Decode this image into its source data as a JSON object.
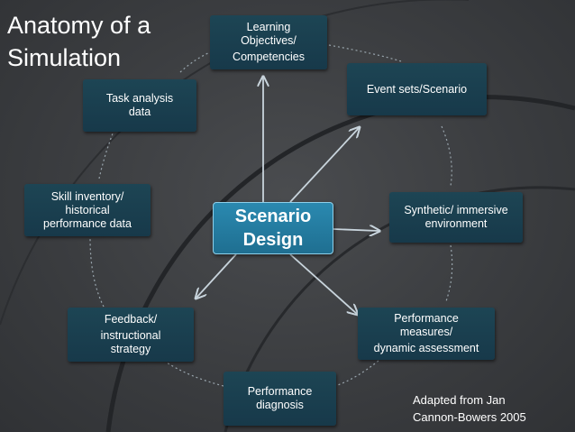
{
  "title": {
    "line1": "Anatomy of a",
    "line2": "Simulation"
  },
  "center": {
    "line1": "Scenario",
    "line2": "Design"
  },
  "nodes": {
    "learning": [
      "Learning",
      "Objectives/",
      "Competencies"
    ],
    "events": [
      "Event sets/Scenario"
    ],
    "synthetic": [
      "Synthetic/ immersive",
      "environment"
    ],
    "performance_measures": [
      "Performance",
      "measures/",
      "dynamic assessment"
    ],
    "performance_diagnosis": [
      "Performance",
      "diagnosis"
    ],
    "feedback": [
      "Feedback/",
      "instructional",
      "strategy"
    ],
    "skill_inventory": [
      "Skill inventory/",
      "historical",
      "performance data"
    ],
    "task_analysis": [
      "Task analysis",
      "data"
    ]
  },
  "credit": {
    "line1": "Adapted from Jan",
    "line2": "Cannon-Bowers 2005"
  },
  "colors": {
    "background": "#3b3d40",
    "node_fill": "#1d4554",
    "center_fill": "#2a89b0",
    "center_border": "#8fd0ea",
    "arrow": "#c8d4dc",
    "text": "#ffffff"
  }
}
